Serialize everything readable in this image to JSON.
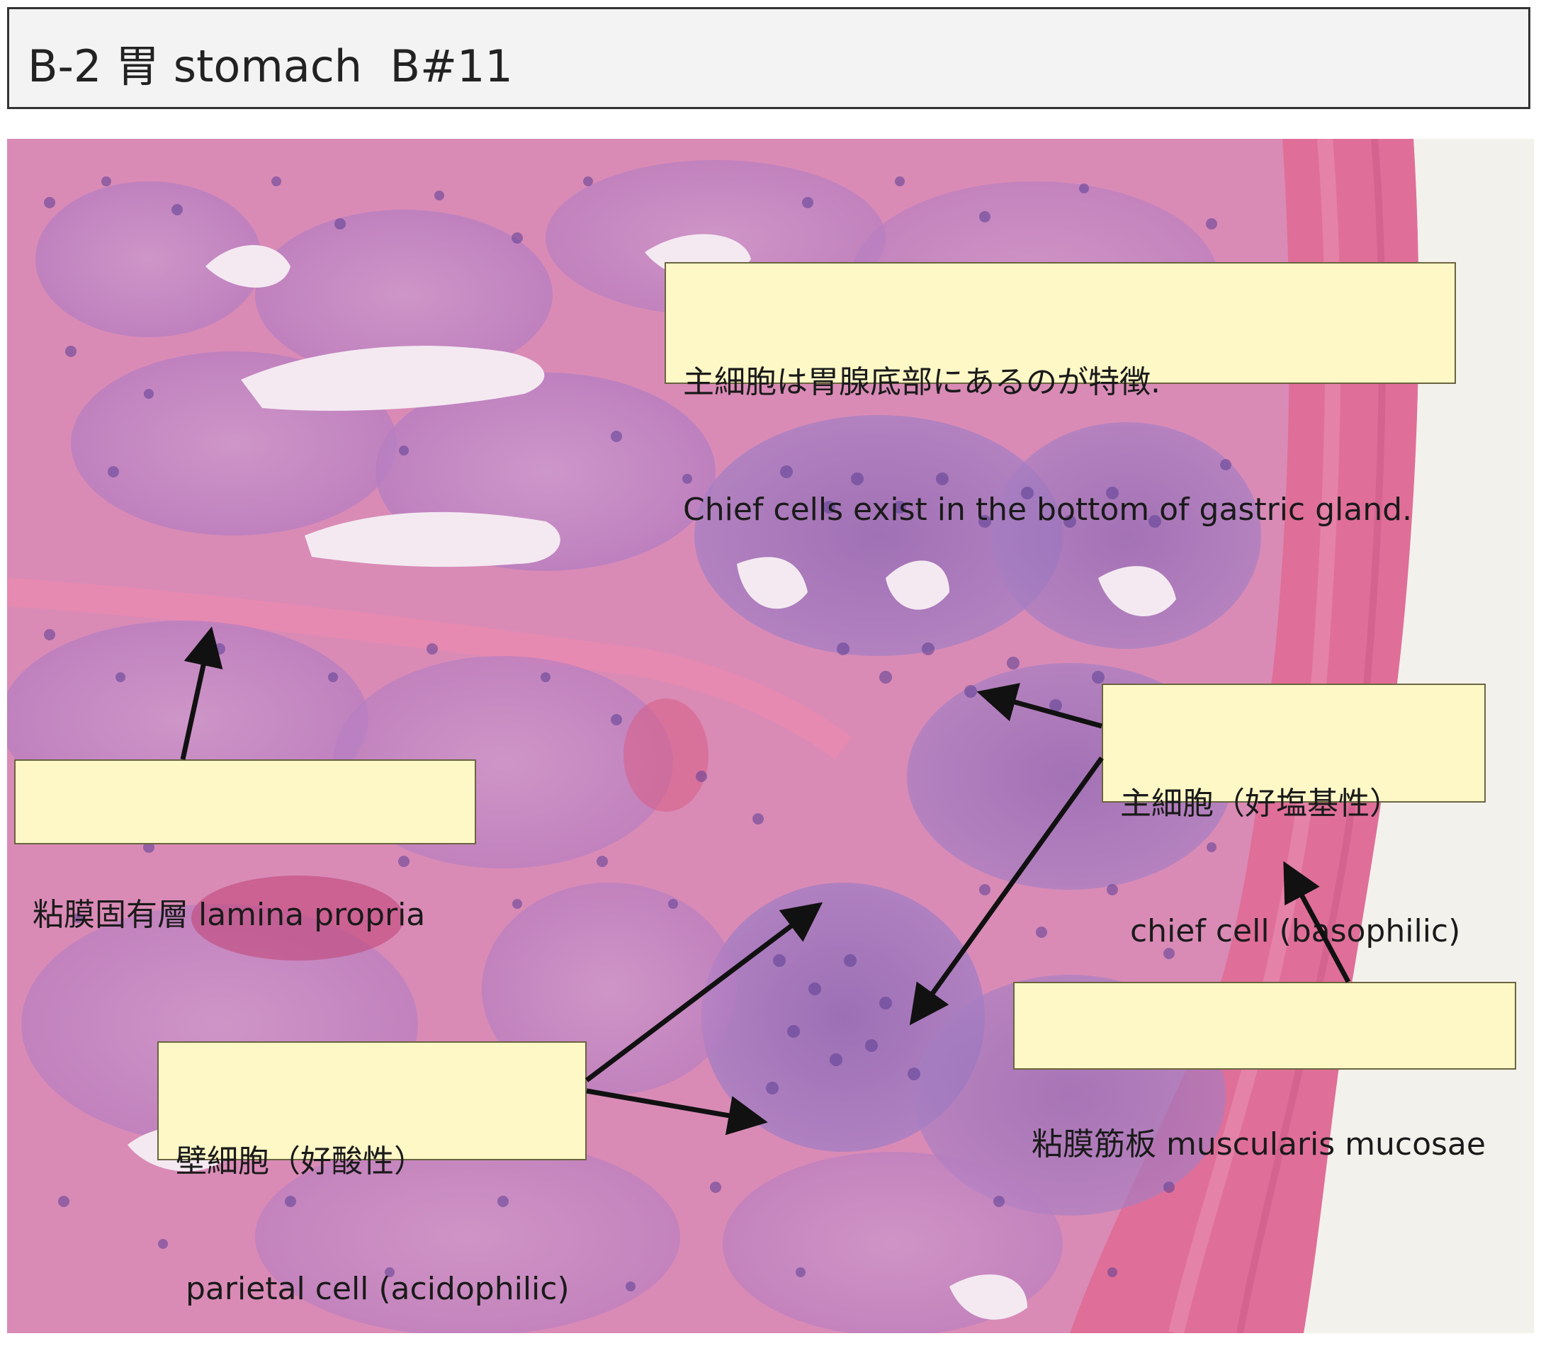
{
  "title": "B-2 胃 stomach  B#11",
  "colors": {
    "tissue": "#d7749f",
    "tissue_light": "#e6a2c2",
    "nuclei": "#5b3e93",
    "lumen": "#f4e9f1",
    "muscle": "#df6f98",
    "background": "#f3f1ec",
    "label_fill": "#fdf8c6",
    "arrow": "#111111"
  },
  "labels": {
    "chief_note": {
      "line1": "主細胞は胃腺底部にあるのが特徴.",
      "line2": "Chief cells exist in the bottom of gastric gland."
    },
    "lamina_propria": {
      "line1": "粘膜固有層 lamina propria"
    },
    "chief_cell": {
      "line1": "主細胞（好塩基性）",
      "line2": " chief cell (basophilic)"
    },
    "muscularis": {
      "line1": "粘膜筋板 muscularis mucosae"
    },
    "parietal": {
      "line1": "壁細胞（好酸性）",
      "line2": " parietal cell (acidophilic)"
    }
  }
}
